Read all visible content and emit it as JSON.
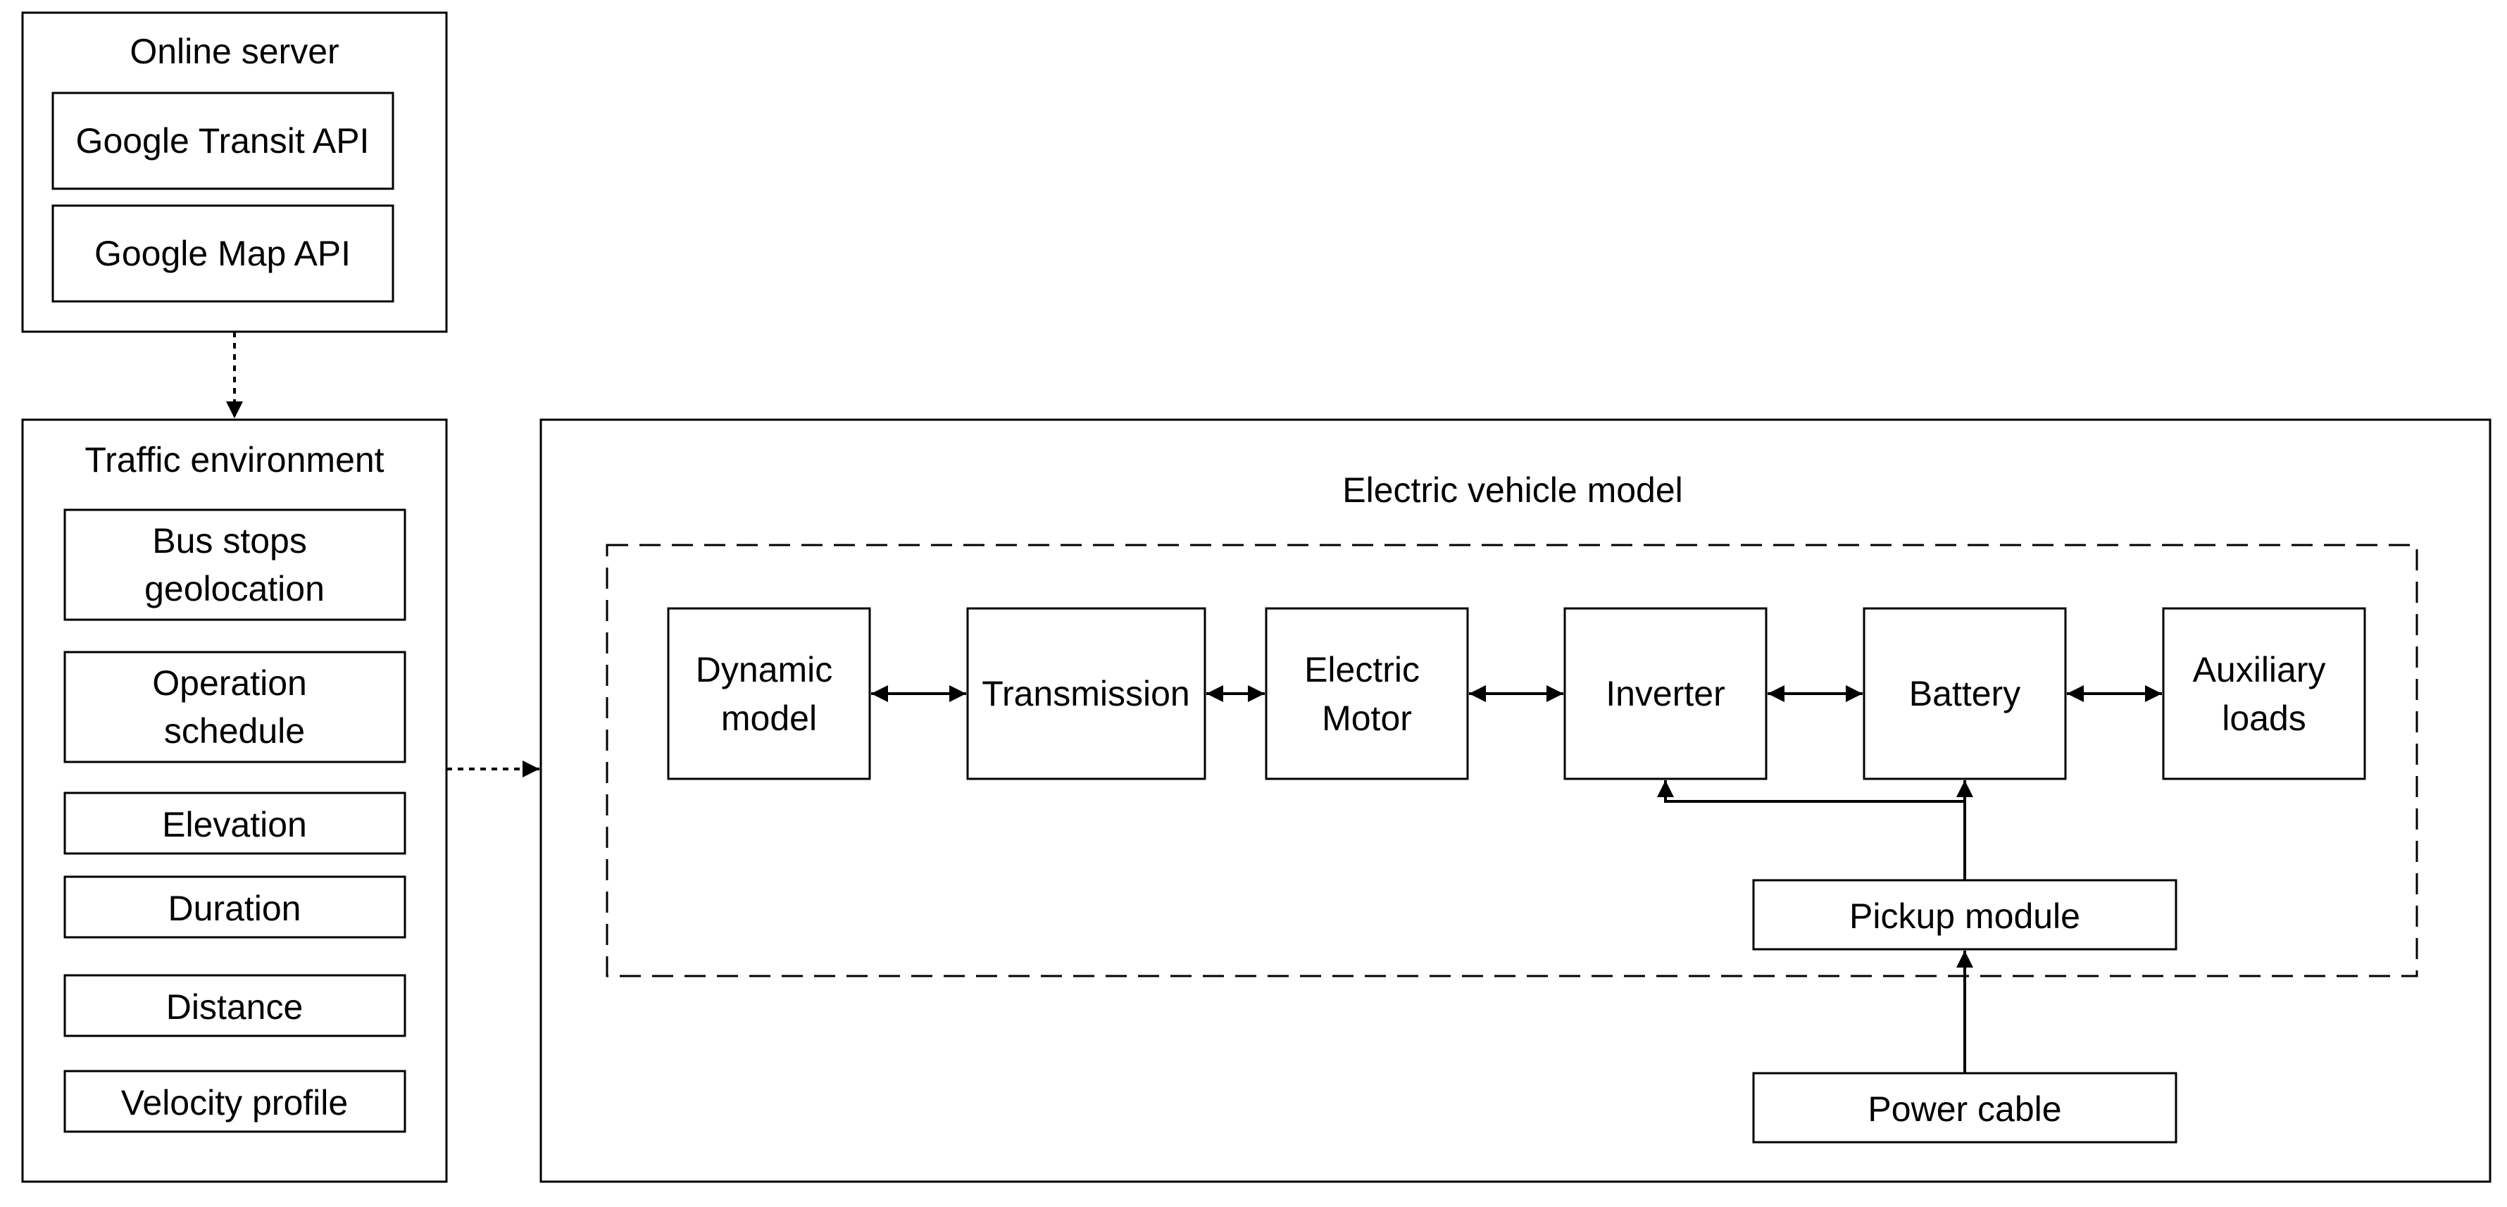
{
  "online_server": {
    "title": "Online server",
    "items": [
      "Google Transit API",
      "Google Map API"
    ]
  },
  "traffic_environment": {
    "title": "Traffic environment",
    "items": [
      [
        "Bus stops",
        "geolocation"
      ],
      [
        "Operation",
        "schedule"
      ],
      [
        "Elevation"
      ],
      [
        "Duration"
      ],
      [
        "Distance"
      ],
      [
        "Velocity profile"
      ]
    ]
  },
  "ev_model": {
    "title": "Electric vehicle model",
    "blocks": [
      [
        "Dynamic",
        "model"
      ],
      [
        "Transmission"
      ],
      [
        "Electric",
        "Motor"
      ],
      [
        "Inverter"
      ],
      [
        "Battery"
      ],
      [
        "Auxiliary",
        "loads"
      ]
    ],
    "pickup_module": "Pickup module",
    "power_cable": "Power cable"
  },
  "colors": {
    "stroke": "#000000",
    "background": "#ffffff"
  }
}
